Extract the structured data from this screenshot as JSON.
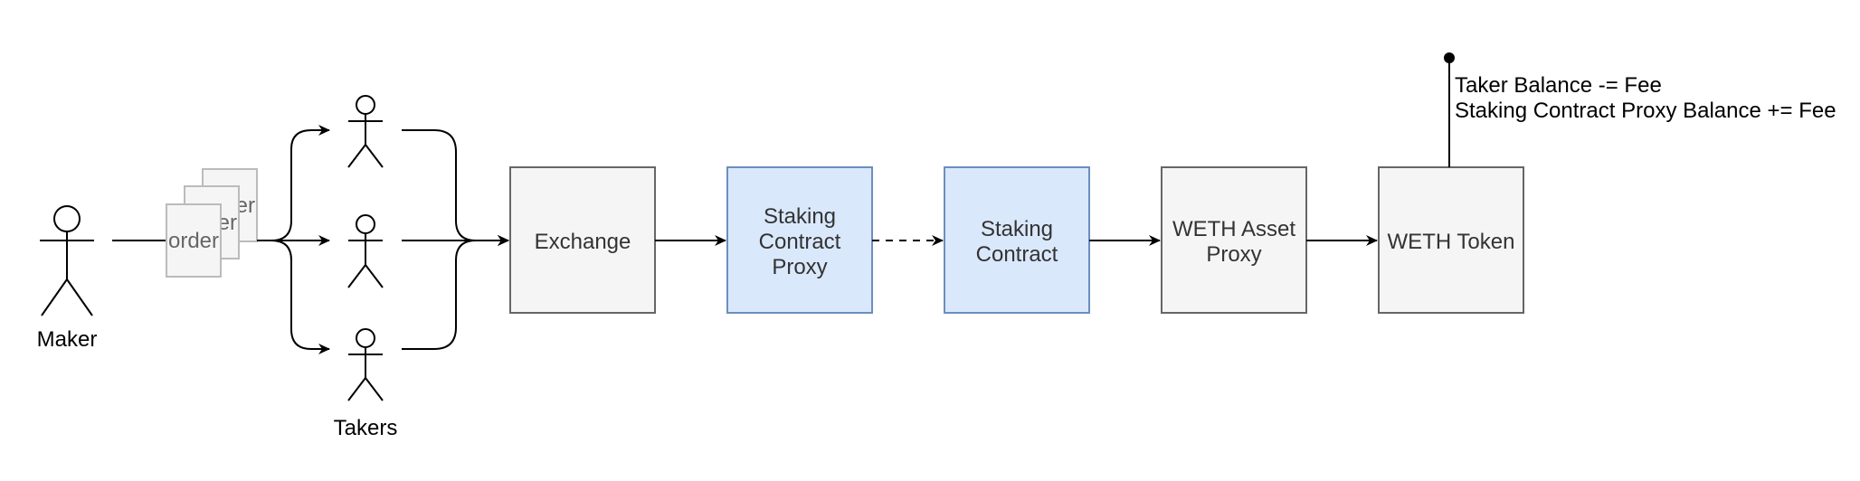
{
  "actors": {
    "maker": {
      "label": "Maker"
    },
    "takers": {
      "label": "Takers"
    }
  },
  "orders": {
    "back": "order",
    "middle": "order",
    "front": "order"
  },
  "boxes": {
    "exchange": {
      "label": [
        "Exchange"
      ],
      "fill": "#f5f5f5",
      "stroke": "#666666"
    },
    "staking_contract_proxy": {
      "label": [
        "Staking",
        "Contract",
        "Proxy"
      ],
      "fill": "#dae8fc",
      "stroke": "#6c8ebf"
    },
    "staking_contract": {
      "label": [
        "Staking",
        "Contract"
      ],
      "fill": "#dae8fc",
      "stroke": "#6c8ebf"
    },
    "weth_asset_proxy": {
      "label": [
        "WETH Asset",
        "Proxy"
      ],
      "fill": "#f5f5f5",
      "stroke": "#666666"
    },
    "weth_token": {
      "label": [
        "WETH Token"
      ],
      "fill": "#f5f5f5",
      "stroke": "#666666"
    }
  },
  "note": {
    "lines": [
      "Taker Balance -= Fee",
      "Staking Contract Proxy Balance += Fee"
    ]
  },
  "colors": {
    "order_fill": "#f5f5f5",
    "order_stroke": "#bbbbbb",
    "line": "#000000"
  }
}
